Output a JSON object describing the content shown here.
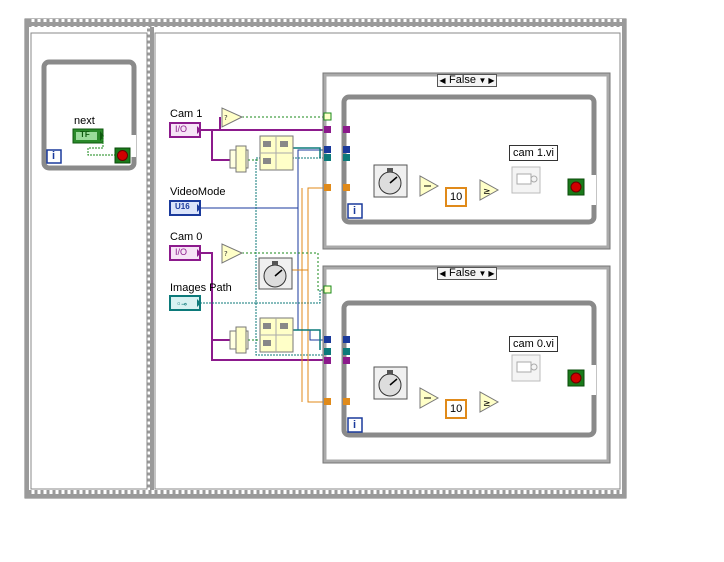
{
  "frames": {
    "left_frame_name": "sequence-frame-1",
    "right_frame_name": "sequence-frame-2"
  },
  "controls": {
    "next": "next",
    "next_terminal": "TF",
    "cam1": "Cam 1",
    "cam1_terminal": "I/O",
    "videomode": "VideoMode",
    "videomode_terminal": "U16",
    "cam0": "Cam 0",
    "cam0_terminal": "I/O",
    "images_path": "Images Path"
  },
  "case_structures": [
    {
      "selector": "False",
      "subvi": "cam 1.vi",
      "constant": "10"
    },
    {
      "selector": "False",
      "subvi": "cam 0.vi",
      "constant": "10"
    }
  ],
  "loop_index_label": "i",
  "colors": {
    "frame": "#888888",
    "loop": "#8a8a8a",
    "io_wire": "#8c1a8c",
    "u16_wire": "#1a3a9c",
    "path_wire": "#0c7a7a",
    "numeric_wire": "#e08a1a",
    "bool_wire": "#1a8a1a",
    "stop_red": "#d00000"
  }
}
